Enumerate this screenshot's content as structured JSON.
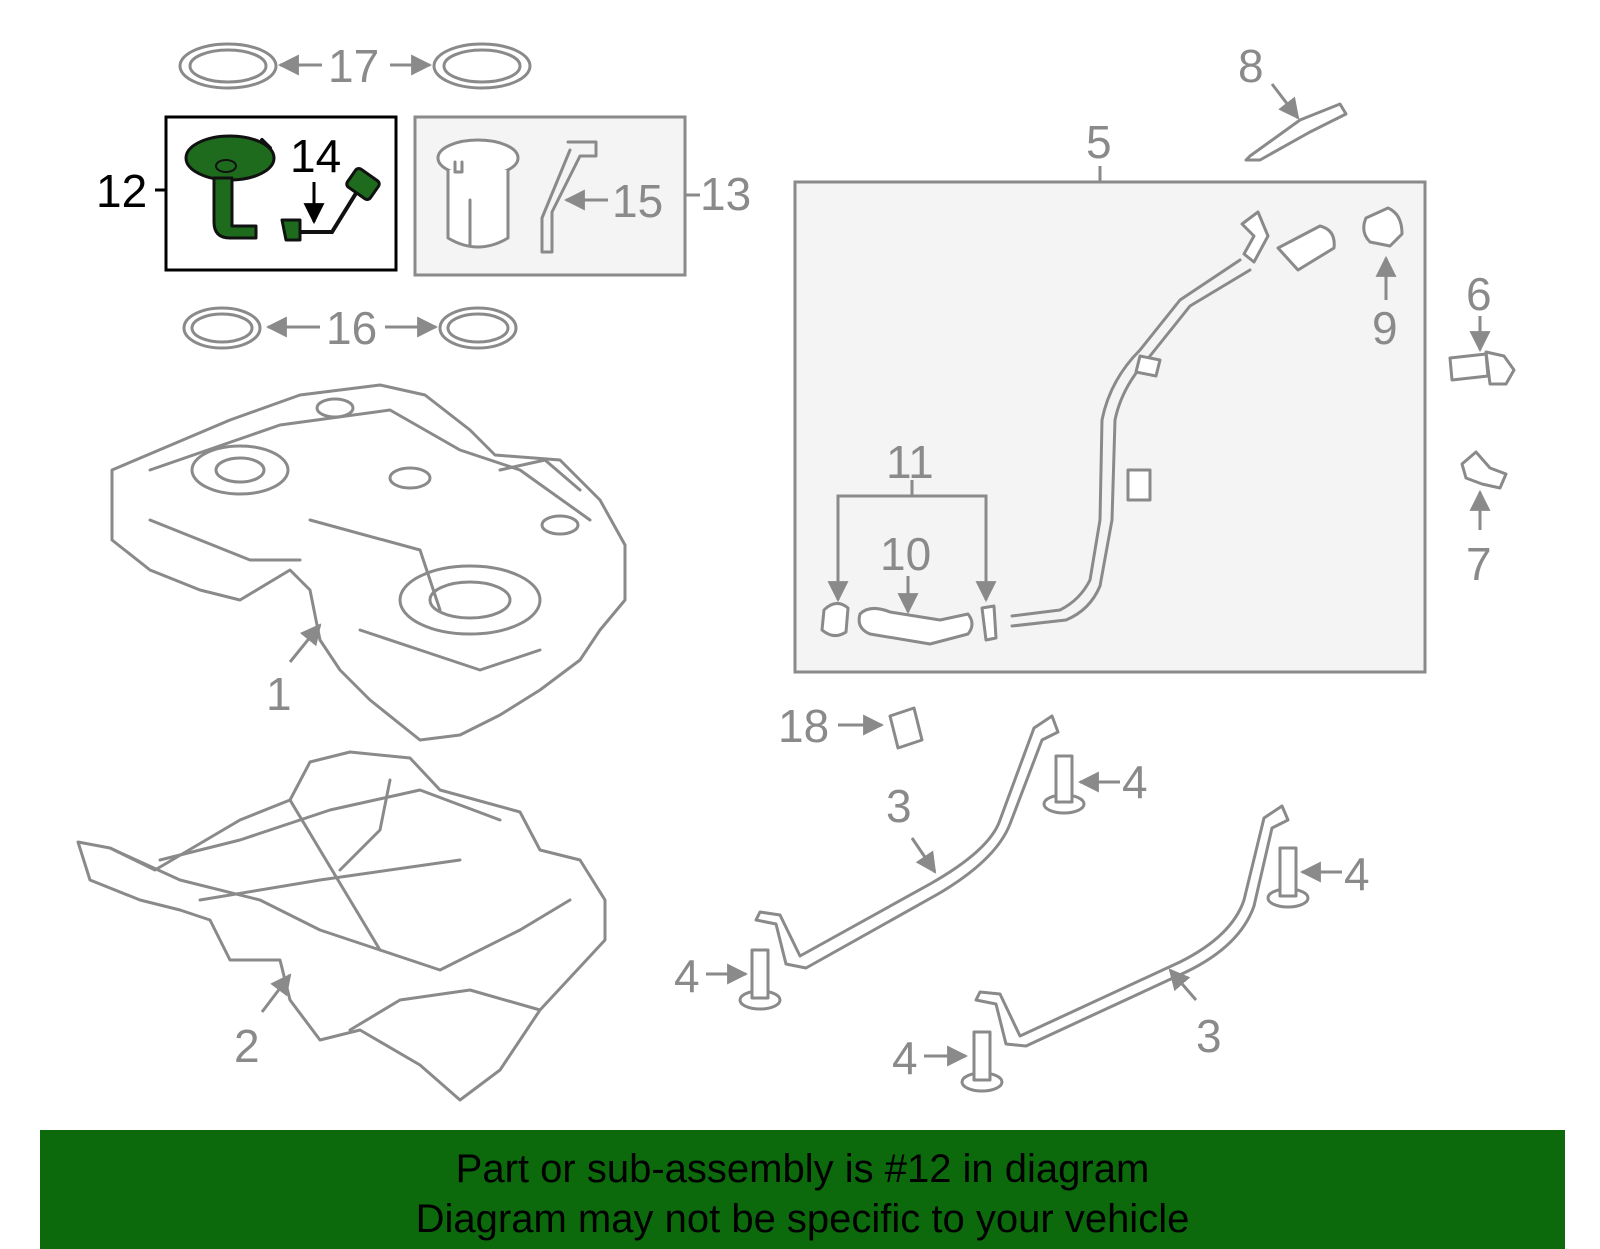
{
  "callouts": {
    "c1": "1",
    "c2": "2",
    "c3a": "3",
    "c3b": "3",
    "c4a": "4",
    "c4b": "4",
    "c4c": "4",
    "c4d": "4",
    "c5": "5",
    "c6": "6",
    "c7": "7",
    "c8": "8",
    "c9": "9",
    "c10": "10",
    "c11": "11",
    "c12": "12",
    "c13": "13",
    "c14": "14",
    "c15": "15",
    "c16": "16",
    "c17": "17",
    "c18": "18"
  },
  "highlight": {
    "part_number": "12",
    "color": "#1e6b1e"
  },
  "banner": {
    "line1": "Part or sub-assembly is #12 in diagram",
    "line2": "Diagram may not be specific to your vehicle",
    "background": "#0c6a0c"
  }
}
